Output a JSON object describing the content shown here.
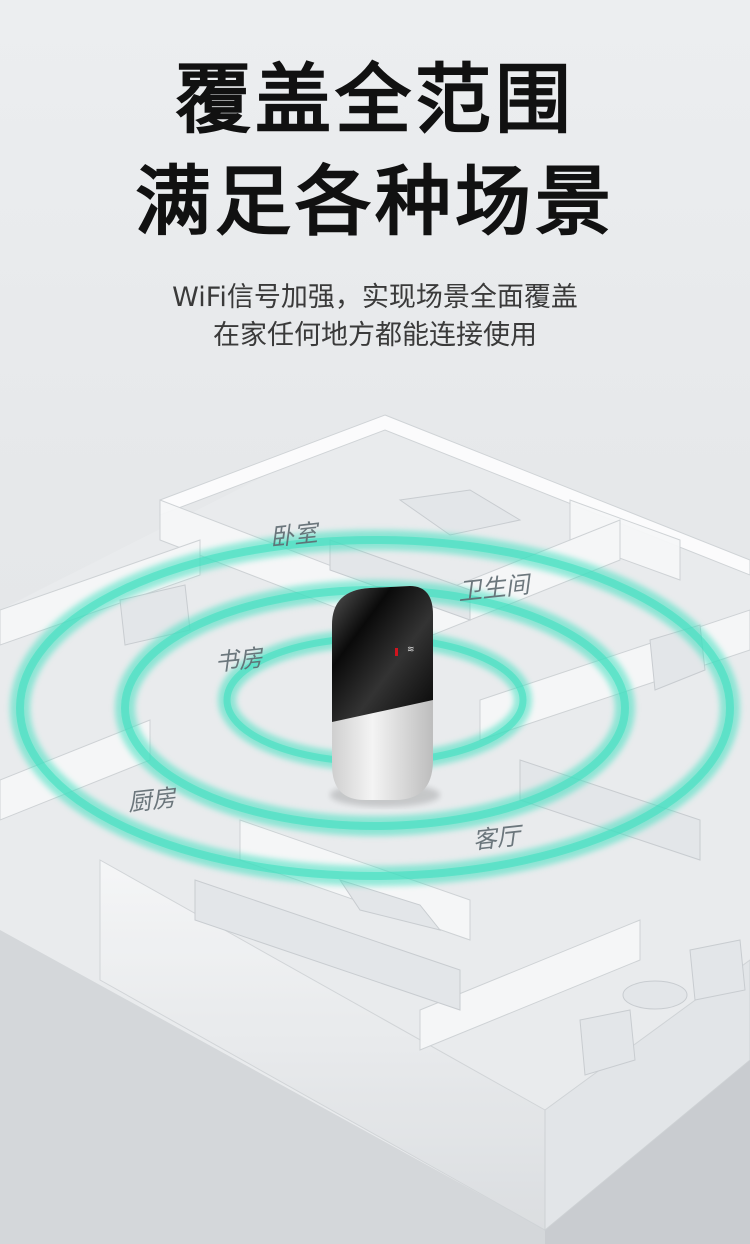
{
  "headline": {
    "line1": "覆盖全范围",
    "line2": "满足各种场景"
  },
  "subtitle": {
    "line1": "WiFi信号加强，实现场景全面覆盖",
    "line2": "在家任何地方都能连接使用"
  },
  "rooms": {
    "bedroom": "卧室",
    "bathroom": "卫生间",
    "study": "书房",
    "kitchen": "厨房",
    "living_room": "客厅"
  },
  "colors": {
    "signal": "#3fe0c0",
    "device_screen": "#111111",
    "device_body": "#e8e8e8",
    "indicator": "#d0141e"
  }
}
